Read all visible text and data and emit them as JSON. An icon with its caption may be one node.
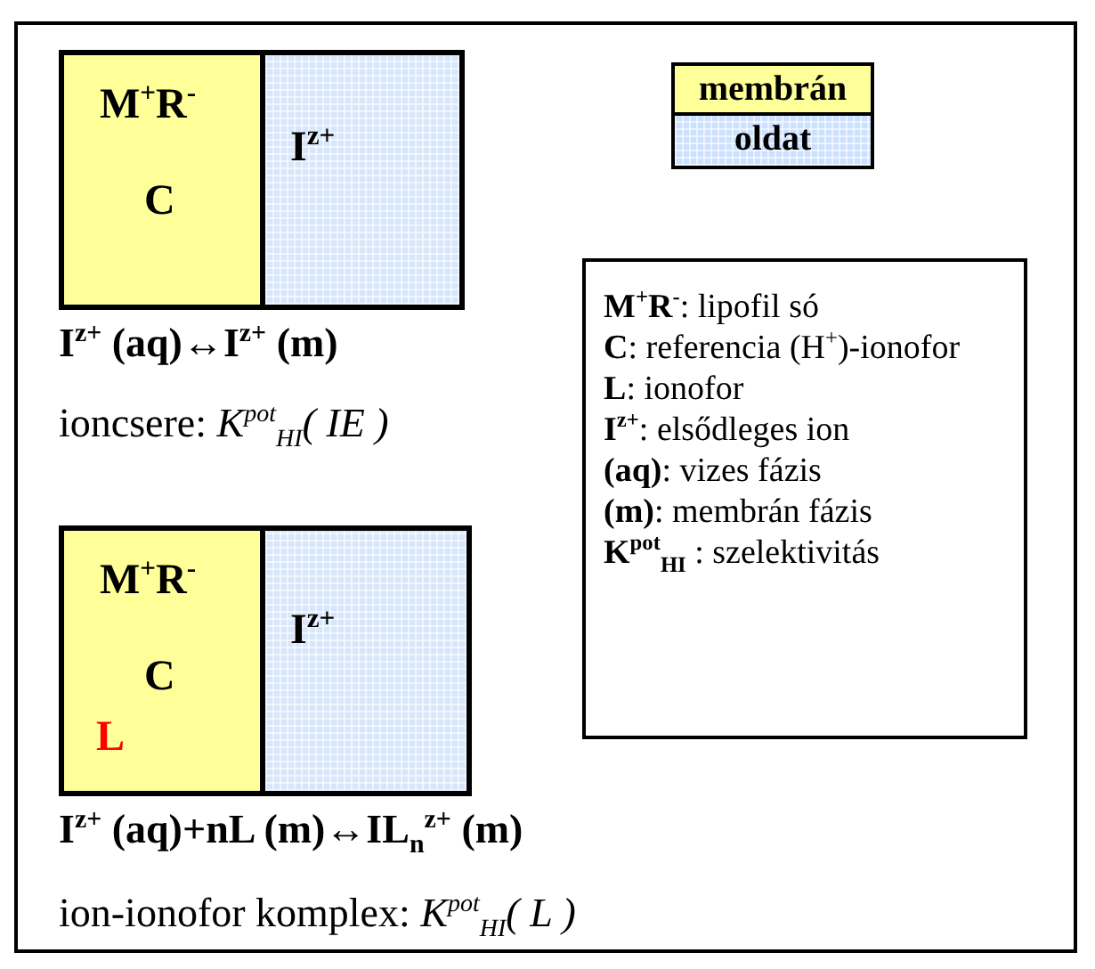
{
  "diagram": {
    "nodes": [
      {
        "text": [
          "M$^{+}$R$^{-}$",
          "C"
        ]
      },
      {
        "text": [
          "I$^{z+}$"
        ]
      },
      {
        "text": [
          "**M$^{+}$R$^{-}$**: lipofil só",
          "**C**: referencia (H$^{+}$)-ionofor",
          "**L**: ionofor",
          "**I$^{z+}$**: elsődleges ion",
          "**(aq)**: vizes fázis",
          "**(m)**: membrán fázis",
          "**K$^{pot}$$_{HI}$** : szelektivitás"
        ]
      },
      {
        "text": [
          "M$^{+}$R$^{-}$",
          "C",
          "L"
        ]
      },
      {
        "text": [
          "I$^{z+}$"
        ]
      }
    ],
    "edges": [],
    "labels": [
      "I$^{z+}$ (aq)↔I$^{z+}$ (m)",
      "ioncsere: *K*$^{pot}$$_{HI}$*( IE )*",
      "I$^{z+}$ (aq)+nL (m)↔IL$_{n}$$^{z+}$ (m)",
      "ion-ionofor komplex: *K*$^{pot}$$_{HI}$*( L )*"
    ],
    "legend": [
      {
        "text": "membrán",
        "color": "#ffff99"
      },
      {
        "text": "oldat",
        "color": "#cce0ff"
      }
    ]
  }
}
